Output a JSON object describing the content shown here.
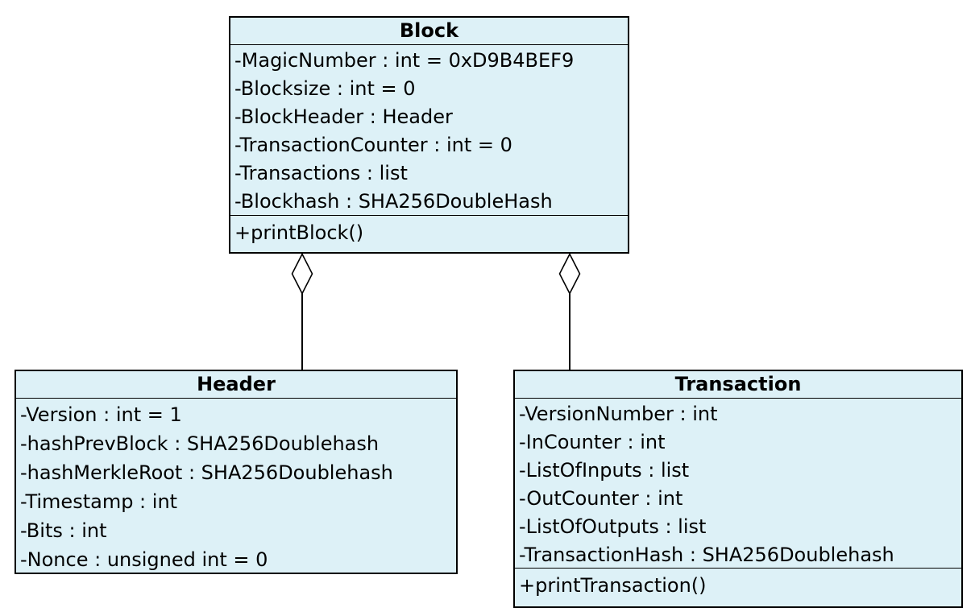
{
  "diagram": {
    "type": "uml-class-diagram",
    "classes": {
      "block": {
        "title": "Block",
        "attributes": [
          "-MagicNumber : int = 0xD9B4BEF9",
          "-Blocksize : int = 0",
          "-BlockHeader : Header",
          "-TransactionCounter : int = 0",
          "-Transactions : list",
          "-Blockhash : SHA256DoubleHash"
        ],
        "methods": [
          "+printBlock()"
        ]
      },
      "header": {
        "title": "Header",
        "attributes": [
          "-Version : int = 1",
          "-hashPrevBlock : SHA256Doublehash",
          "-hashMerkleRoot : SHA256Doublehash",
          "-Timestamp : int",
          "-Bits : int",
          "-Nonce : unsigned int = 0"
        ],
        "methods": []
      },
      "transaction": {
        "title": "Transaction",
        "attributes": [
          "-VersionNumber : int",
          "-InCounter : int",
          "-ListOfInputs : list",
          "-OutCounter : int",
          "-ListOfOutputs : list",
          "-TransactionHash : SHA256Doublehash"
        ],
        "methods": [
          "+printTransaction()"
        ]
      }
    },
    "relationships": [
      {
        "from": "Block",
        "to": "Header",
        "type": "aggregation",
        "diamond": "hollow",
        "diamond_end": "Block"
      },
      {
        "from": "Block",
        "to": "Transaction",
        "type": "aggregation",
        "diamond": "hollow",
        "diamond_end": "Block"
      }
    ],
    "colors": {
      "class_fill": "#ddf1f7",
      "class_border": "#000000",
      "page_background": "#ffffff",
      "text": "#000000"
    }
  }
}
